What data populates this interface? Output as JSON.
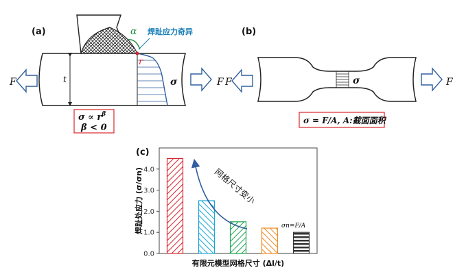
{
  "panel_a": {
    "label": "(a)",
    "callout": "焊趾应力奇异",
    "alpha": "α",
    "r": "r",
    "t": "t",
    "sigma": "σ",
    "force": "F",
    "formula1": "σ ∝ r",
    "formula1_exp": "β",
    "formula2": "β < 0"
  },
  "panel_b": {
    "label": "(b)",
    "sigma": "σ",
    "force": "F",
    "formula": "σ = F/A, A:截面面积"
  },
  "panel_c": {
    "label": "(c)",
    "arrow_text": "网格尺寸变小",
    "annotation": "σn=F/A"
  },
  "chart_data": {
    "type": "bar",
    "categories": [
      "",
      "",
      "",
      "",
      ""
    ],
    "values": [
      4.5,
      2.5,
      1.5,
      1.2,
      1.0
    ],
    "ylim": [
      0,
      5.0
    ],
    "yticks": [
      "0.0",
      "1.0",
      "2.0",
      "3.0",
      "4.0"
    ],
    "ylabel": "焊趾处应力 (σ/σn)",
    "xlabel": "有限元模型网格尺寸 (Δl/t)",
    "colors": [
      "#d9252b",
      "#1aa7d6",
      "#17a34a",
      "#f08a24",
      "#333333"
    ]
  }
}
